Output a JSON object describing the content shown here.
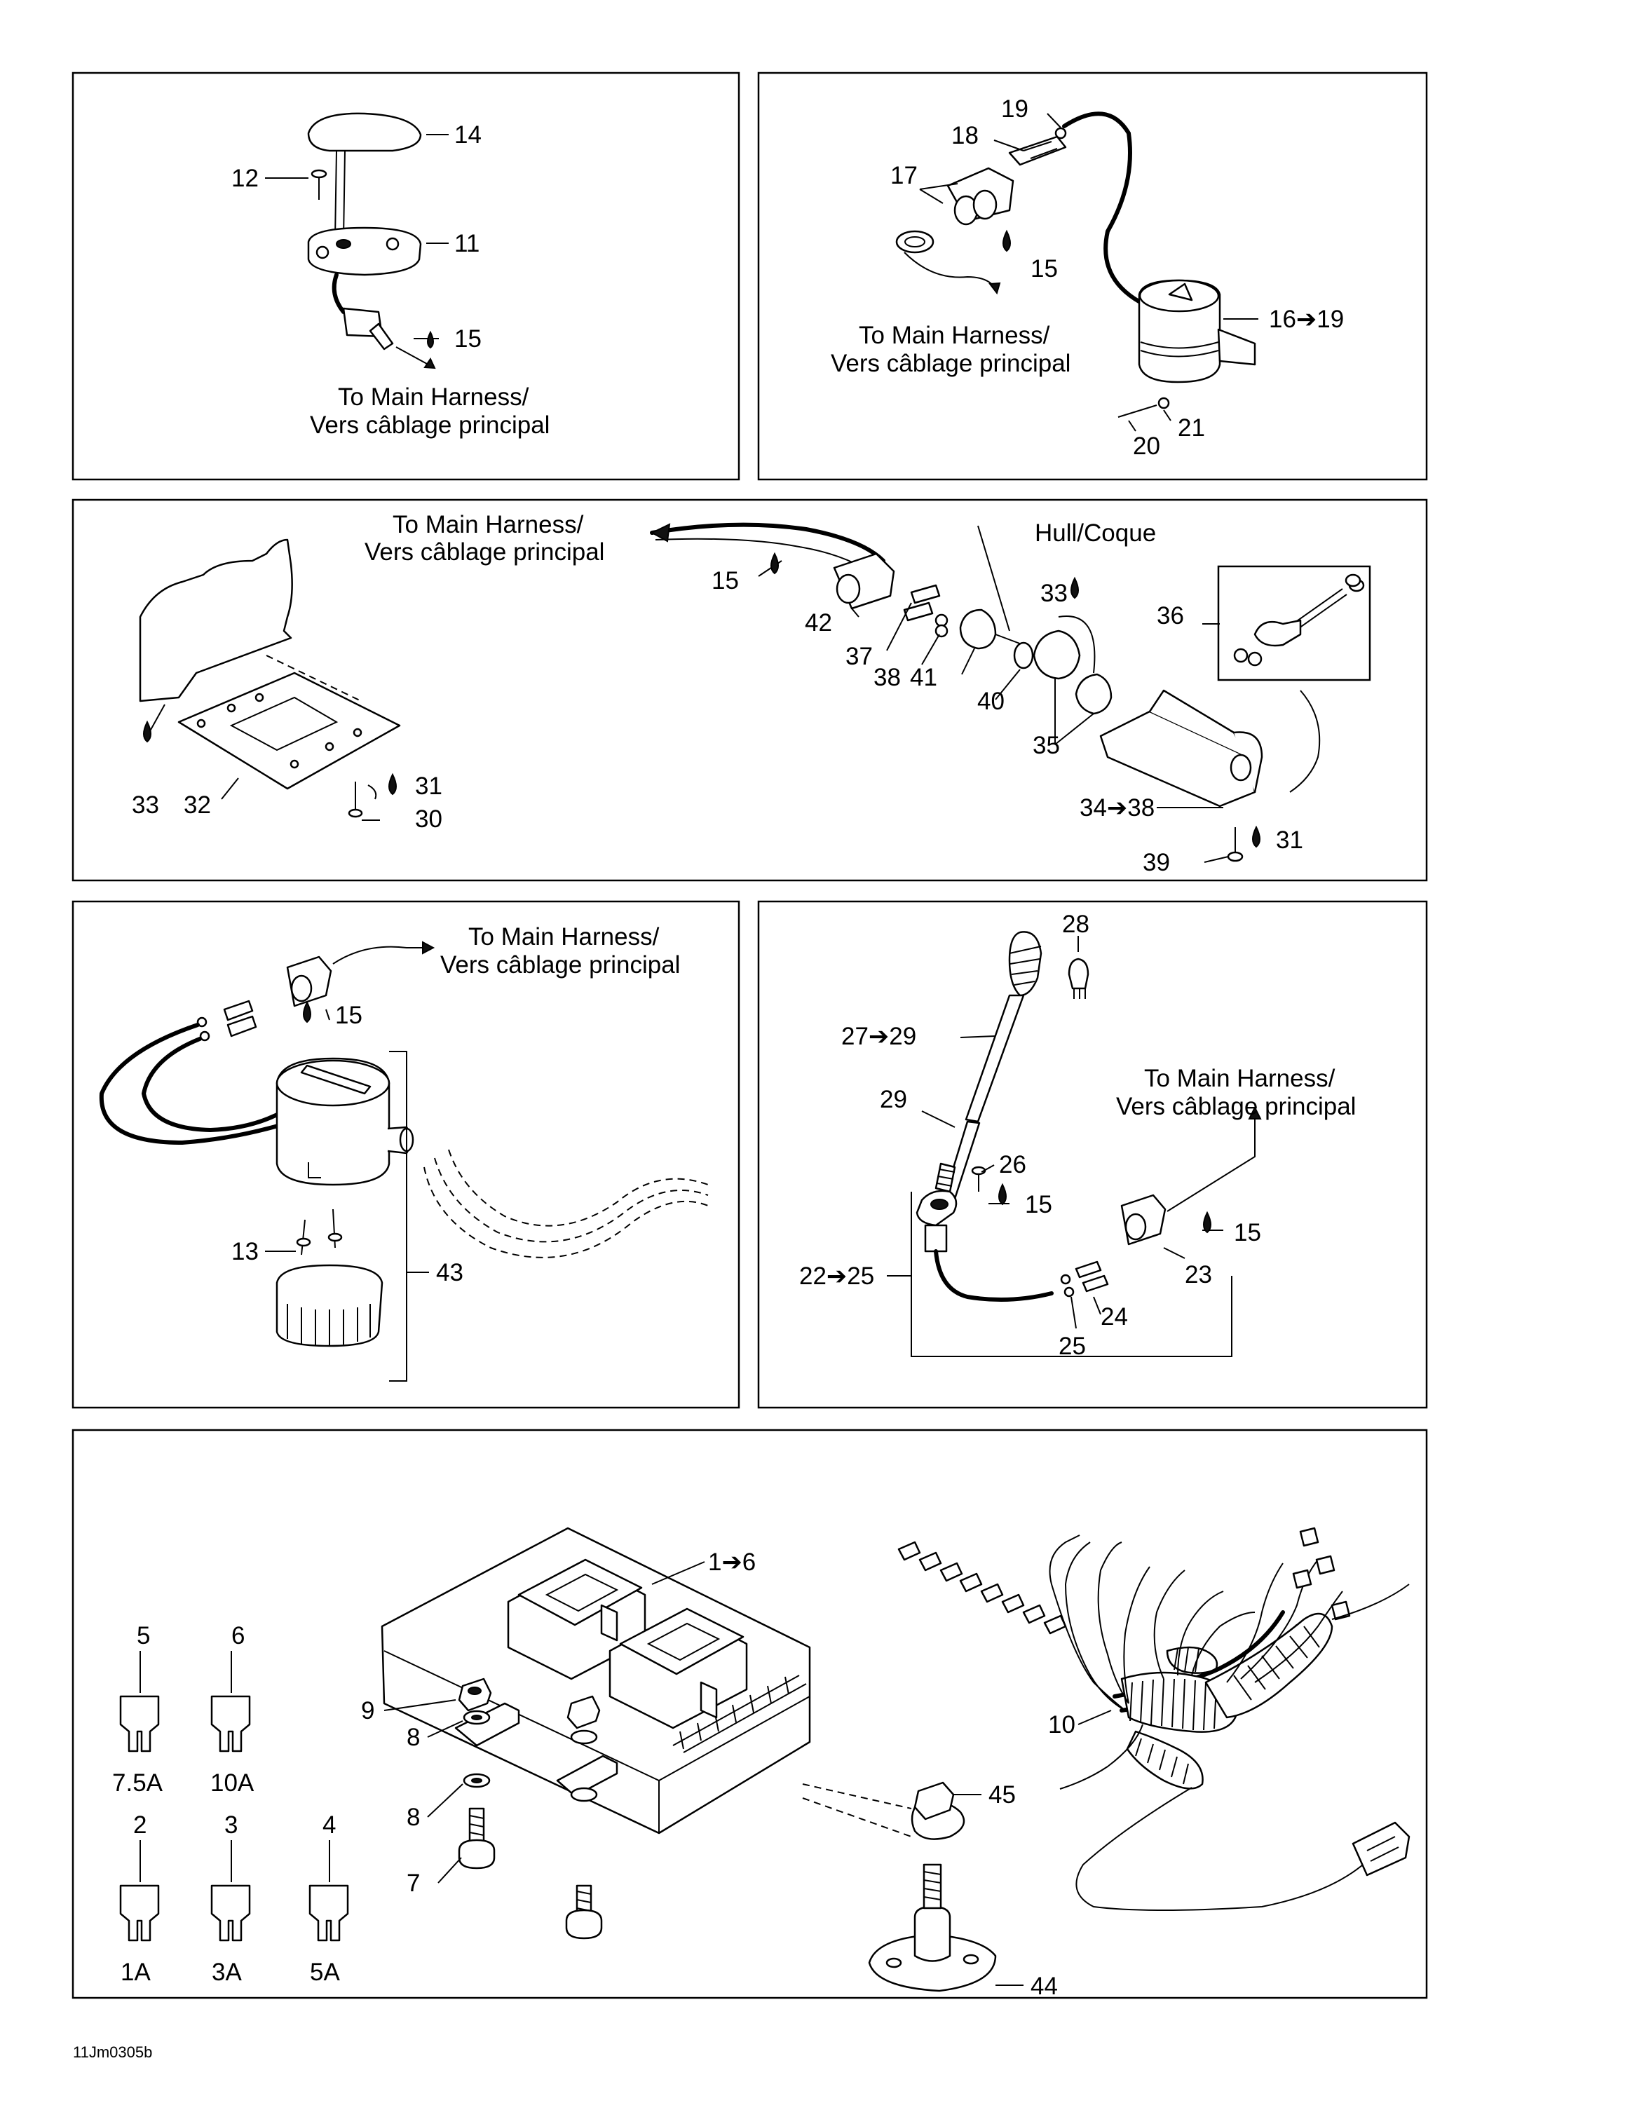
{
  "harness_note": "To Main Harness/ Vers câblage principal",
  "hull_note": "Hull/Coque",
  "figure_code": "11Jm0305b",
  "callouts": {
    "c1": "1➔6",
    "c2": "2",
    "c3": "3",
    "c4": "4",
    "c5": "5",
    "c6": "6",
    "c7": "7",
    "c8": "8",
    "c9": "9",
    "c10": "10",
    "c11": "11",
    "c12": "12",
    "c13": "13",
    "c14": "14",
    "c15": "15",
    "c16": "16➔19",
    "c17": "17",
    "c18": "18",
    "c19": "19",
    "c20": "20",
    "c21": "21",
    "c22": "22➔25",
    "c23": "23",
    "c24": "24",
    "c25": "25",
    "c26": "26",
    "c27": "27➔29",
    "c28": "28",
    "c29": "29",
    "c30": "30",
    "c31": "31",
    "c32": "32",
    "c33": "33",
    "c34": "34➔38",
    "c35": "35",
    "c36": "36",
    "c37": "37",
    "c38": "38",
    "c39": "39",
    "c40": "40",
    "c41": "41",
    "c42": "42",
    "c43": "43",
    "c44": "44",
    "c45": "45"
  },
  "fuse_ratings": {
    "f1": "1A",
    "f3": "3A",
    "f5": "5A",
    "f75": "7.5A",
    "f10": "10A"
  },
  "harness_lines": [
    "To Main Harness/",
    "Vers câblage principal"
  ]
}
